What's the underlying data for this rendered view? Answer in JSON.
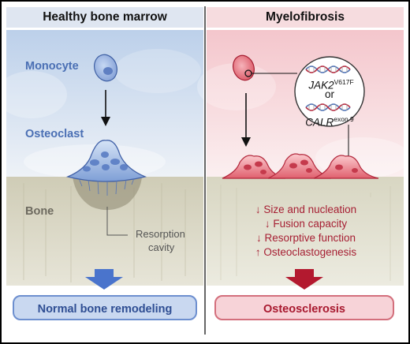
{
  "panels": {
    "left": {
      "title": "Healthy bone marrow",
      "monocyte_label": "Monocyte",
      "osteoclast_label": "Osteoclast",
      "bone_label": "Bone",
      "resorption_label_line1": "Resorption",
      "resorption_label_line2": "cavity",
      "outcome": "Normal bone remodeling"
    },
    "right": {
      "title": "Myelofibrosis",
      "mutation1_gene": "JAK2",
      "mutation1_superscript": "V617F",
      "connector": "or",
      "mutation2_gene": "CALR",
      "mutation2_superscript": "exon 9",
      "effects": [
        "↓ Size and nucleation",
        "↓ Fusion capacity",
        "↓ Resorptive function",
        "↑ Osteoclastogenesis"
      ],
      "outcome": "Osteosclerosis"
    }
  },
  "colors": {
    "healthy_accent": "#4a6fb4",
    "disease_accent": "#b5253a",
    "bone": "#d3d0bc"
  }
}
